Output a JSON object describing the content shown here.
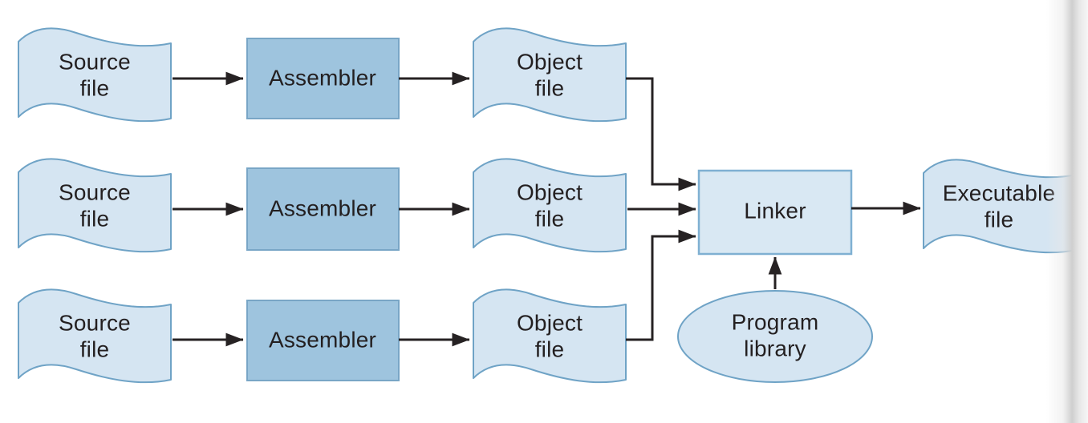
{
  "figure": {
    "description_label": "",
    "nodes": {
      "source_file_1": {
        "label": "Source\nfile",
        "shape": "wavy-document"
      },
      "source_file_2": {
        "label": "Source\nfile",
        "shape": "wavy-document"
      },
      "source_file_3": {
        "label": "Source\nfile",
        "shape": "wavy-document"
      },
      "assembler_1": {
        "label": "Assembler",
        "shape": "rectangle"
      },
      "assembler_2": {
        "label": "Assembler",
        "shape": "rectangle"
      },
      "assembler_3": {
        "label": "Assembler",
        "shape": "rectangle"
      },
      "object_file_1": {
        "label": "Object\nfile",
        "shape": "wavy-document"
      },
      "object_file_2": {
        "label": "Object\nfile",
        "shape": "wavy-document"
      },
      "object_file_3": {
        "label": "Object\nfile",
        "shape": "wavy-document"
      },
      "linker": {
        "label": "Linker",
        "shape": "rectangle"
      },
      "program_library": {
        "label": "Program\nlibrary",
        "shape": "ellipse"
      },
      "executable_file": {
        "label": "Executable\nfile",
        "shape": "wavy-document"
      }
    },
    "edges": [
      {
        "from": "source_file_1",
        "to": "assembler_1"
      },
      {
        "from": "source_file_2",
        "to": "assembler_2"
      },
      {
        "from": "source_file_3",
        "to": "assembler_3"
      },
      {
        "from": "assembler_1",
        "to": "object_file_1"
      },
      {
        "from": "assembler_2",
        "to": "object_file_2"
      },
      {
        "from": "assembler_3",
        "to": "object_file_3"
      },
      {
        "from": "object_file_1",
        "to": "linker"
      },
      {
        "from": "object_file_2",
        "to": "linker"
      },
      {
        "from": "object_file_3",
        "to": "linker"
      },
      {
        "from": "program_library",
        "to": "linker"
      },
      {
        "from": "linker",
        "to": "executable_file"
      }
    ],
    "colors": {
      "file_fill": "#d5e5f2",
      "file_border": "#6fa3c6",
      "process_fill": "#9ec4de",
      "process_border": "#79a6c6",
      "linker_fill": "#d9e8f3",
      "linker_border": "#7fb0d2",
      "arrow": "#262223",
      "text": "#231f20",
      "page_edge": "#cfcfcf"
    }
  }
}
